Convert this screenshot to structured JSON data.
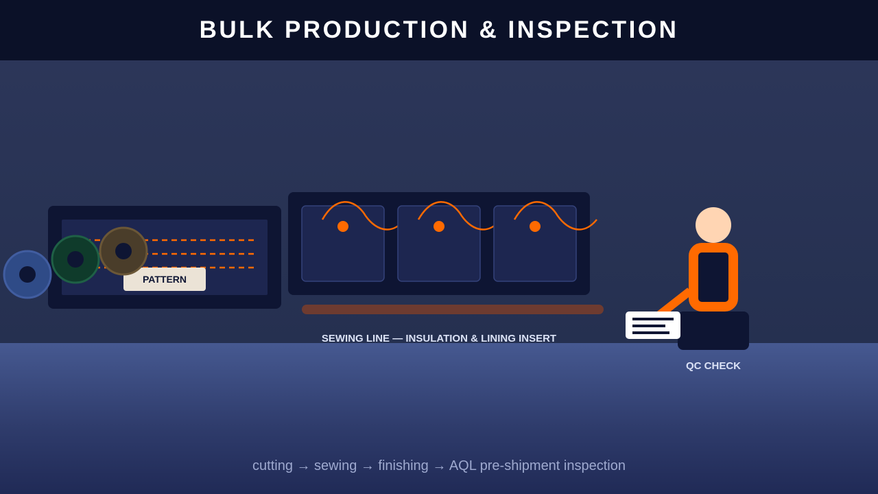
{
  "header": {
    "title": "BULK PRODUCTION & INSPECTION"
  },
  "cutting": {
    "pattern_label": "PATTERN"
  },
  "sewing": {
    "caption": "SEWING LINE — INSULATION & LINING INSERT"
  },
  "qc": {
    "caption": "QC CHECK"
  },
  "footer": {
    "process": "cutting → sewing → finishing → AQL pre-shipment inspection"
  },
  "colors": {
    "accent": "#ff6a00",
    "machine_dark": "#0e1533",
    "panel": "#1d2650",
    "skin": "#ffd5b3",
    "belt": "#6e3b30",
    "roll_blue": "#2f4b87",
    "roll_green": "#0f3b2b",
    "roll_brown": "#4a3d2a"
  },
  "icons": [
    "fabric-roll-icon",
    "sewing-thread-icon",
    "inspector-figure-icon",
    "clipboard-icon"
  ]
}
